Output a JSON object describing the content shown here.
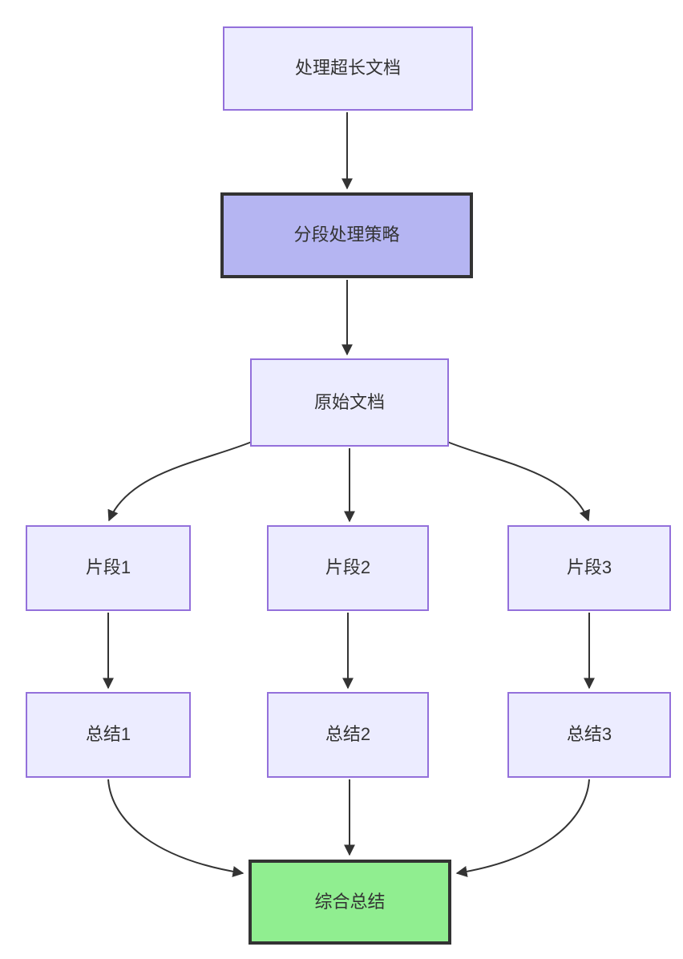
{
  "diagram": {
    "type": "flowchart",
    "direction": "top-down",
    "background": "#ffffff",
    "colors": {
      "node_fill": "#ECECFF",
      "node_border": "#9370DB",
      "highlight_fill": "#B5B5F2",
      "highlight_border": "#333333",
      "success_fill": "#90EE90",
      "success_border": "#333333",
      "edge_color": "#333333",
      "text_color": "#333333"
    },
    "nodes": [
      {
        "id": "process-long-doc",
        "label": "处理超长文档",
        "style": "default"
      },
      {
        "id": "segmentation-strategy",
        "label": "分段处理策略",
        "style": "highlight"
      },
      {
        "id": "original-document",
        "label": "原始文档",
        "style": "default"
      },
      {
        "id": "segment-1",
        "label": "片段1",
        "style": "default"
      },
      {
        "id": "segment-2",
        "label": "片段2",
        "style": "default"
      },
      {
        "id": "segment-3",
        "label": "片段3",
        "style": "default"
      },
      {
        "id": "summary-1",
        "label": "总结1",
        "style": "default"
      },
      {
        "id": "summary-2",
        "label": "总结2",
        "style": "default"
      },
      {
        "id": "summary-3",
        "label": "总结3",
        "style": "default"
      },
      {
        "id": "final-summary",
        "label": "综合总结",
        "style": "success"
      }
    ],
    "edges": [
      {
        "from": "process-long-doc",
        "to": "segmentation-strategy"
      },
      {
        "from": "segmentation-strategy",
        "to": "original-document"
      },
      {
        "from": "original-document",
        "to": "segment-1"
      },
      {
        "from": "original-document",
        "to": "segment-2"
      },
      {
        "from": "original-document",
        "to": "segment-3"
      },
      {
        "from": "segment-1",
        "to": "summary-1"
      },
      {
        "from": "segment-2",
        "to": "summary-2"
      },
      {
        "from": "segment-3",
        "to": "summary-3"
      },
      {
        "from": "summary-1",
        "to": "final-summary"
      },
      {
        "from": "summary-2",
        "to": "final-summary"
      },
      {
        "from": "summary-3",
        "to": "final-summary"
      }
    ]
  }
}
